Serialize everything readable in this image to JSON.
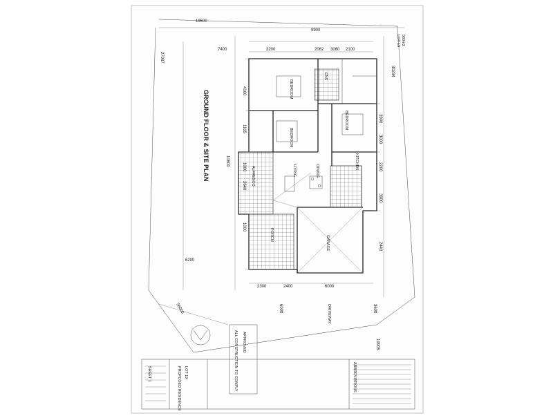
{
  "drawing": {
    "title": "GROUND FLOOR & SITE PLAN",
    "lot_label": "LOT 19",
    "lot_area": "560m2",
    "boundary_top": "19500",
    "boundary_left": "27087",
    "boundary_bottom_right": "19905",
    "boundary_diag_left": "56000",
    "boundary_diag_right": "30234"
  },
  "dimensions": {
    "top_overall": "9900",
    "top_row": [
      "3200",
      "2062",
      "3060",
      "2100"
    ],
    "left_offset": "7400",
    "side_left": [
      "4100",
      "1165",
      "1000",
      "2640",
      "1000",
      "6200"
    ],
    "side_right": [
      "3900",
      "3000",
      "2200",
      "3900",
      "2440"
    ],
    "overall_height": "10800",
    "bottom_row": [
      "2300",
      "2400",
      "6000"
    ],
    "setback_left": "6000",
    "setback_bottom": "3600"
  },
  "rooms": [
    {
      "label": "BEDROOM"
    },
    {
      "label": "ENS"
    },
    {
      "label": "BEDROOM"
    },
    {
      "label": "BEDROOM"
    },
    {
      "label": "LIVING"
    },
    {
      "label": "DINING"
    },
    {
      "label": "KITCHEN"
    },
    {
      "label": "GARAGE"
    },
    {
      "label": "PORCH"
    },
    {
      "label": "ALFRESCO"
    },
    {
      "label": "DRIVEWAY"
    }
  ],
  "notes": {
    "construction_note": "ALL CONSTRUCTION TO COMPLY",
    "approval_stamp": "APPROVED",
    "abbreviations_header": "ABBREVIATIONS"
  },
  "title_block": {
    "client": "PROPOSED RESIDENCE",
    "lot": "LOT 19",
    "sheet": "SHEET 1"
  }
}
